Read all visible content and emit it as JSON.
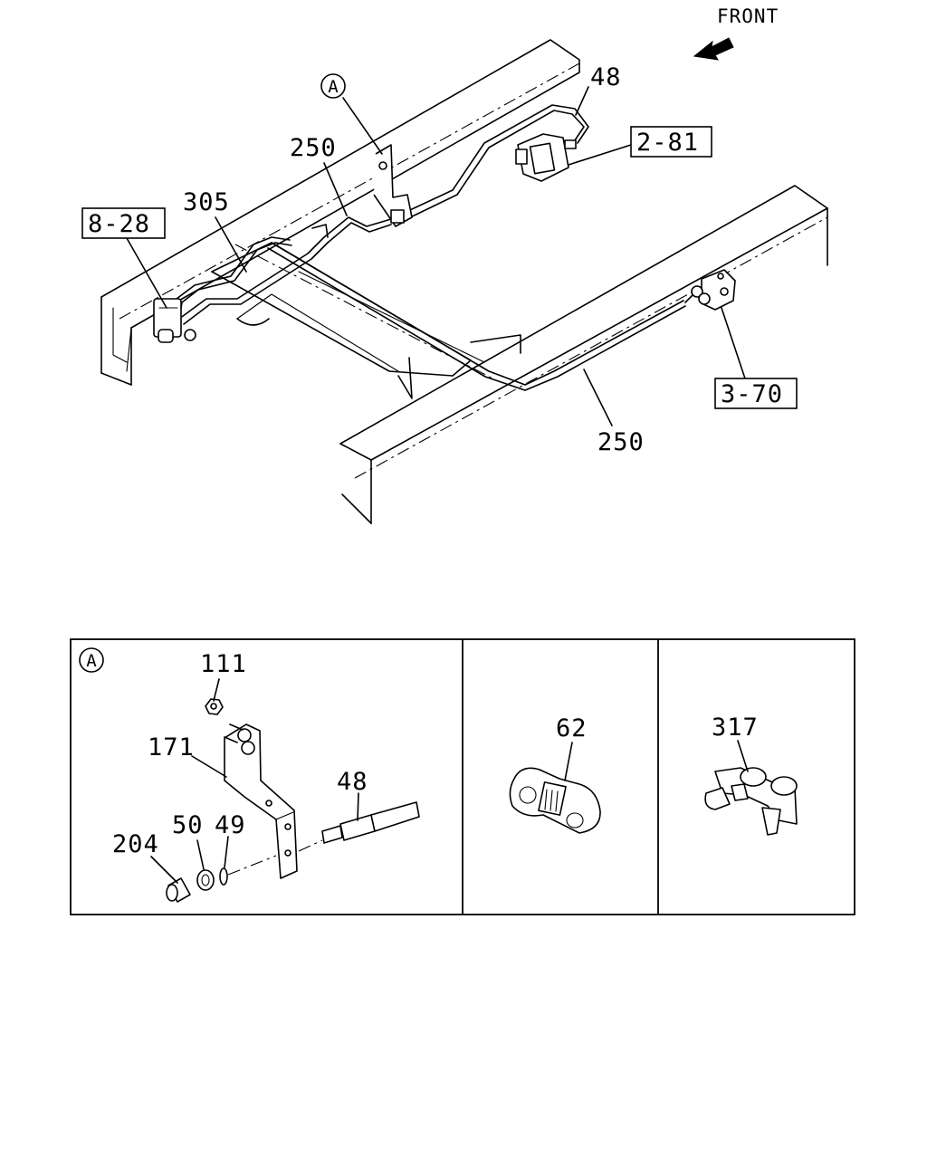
{
  "direction": {
    "label": "FRONT",
    "icon": "front-arrow-icon"
  },
  "main_view": {
    "callouts": [
      {
        "id": "line-48",
        "text": "48"
      },
      {
        "id": "line-250-upper",
        "text": "250"
      },
      {
        "id": "line-305",
        "text": "305"
      },
      {
        "id": "line-250-lower",
        "text": "250"
      }
    ],
    "references": [
      {
        "id": "ref-2-81",
        "text": "2-81"
      },
      {
        "id": "ref-8-28",
        "text": "8-28"
      },
      {
        "id": "ref-3-70",
        "text": "3-70"
      }
    ],
    "detail_marker": "A"
  },
  "detail_panels": [
    {
      "id": "panel-a",
      "marker": "A",
      "callouts": [
        {
          "id": "nut-111",
          "text": "111"
        },
        {
          "id": "bracket-171",
          "text": "171"
        },
        {
          "id": "line-48",
          "text": "48"
        },
        {
          "id": "connector-204",
          "text": "204"
        },
        {
          "id": "nut-50",
          "text": "50"
        },
        {
          "id": "washer-49",
          "text": "49"
        }
      ]
    },
    {
      "id": "panel-clip",
      "callouts": [
        {
          "id": "clip-62",
          "text": "62"
        }
      ]
    },
    {
      "id": "panel-clamp",
      "callouts": [
        {
          "id": "clamp-317",
          "text": "317"
        }
      ]
    }
  ]
}
